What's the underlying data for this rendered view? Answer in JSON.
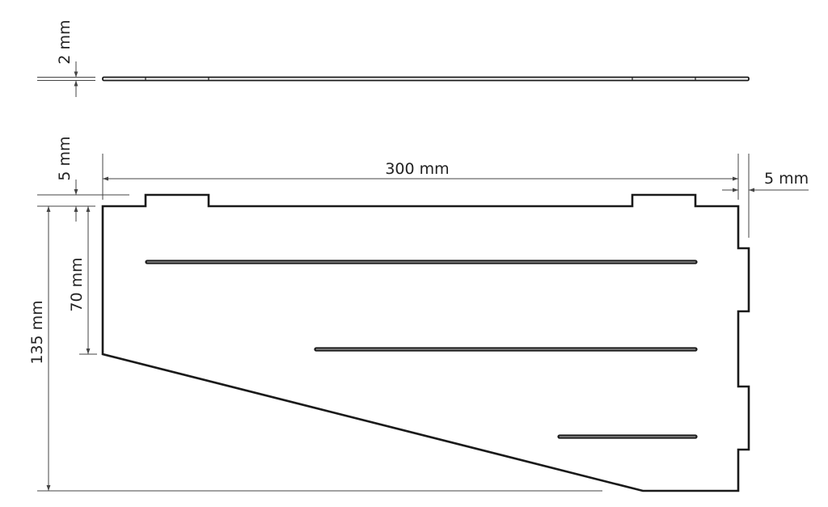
{
  "colors": {
    "line": "#1a1a1a",
    "dimension": "#444444",
    "background": "#ffffff"
  },
  "dimensions": {
    "thickness": "2 mm",
    "top_offset": "5 mm",
    "width": "300 mm",
    "side_offset": "5 mm",
    "height": "135 mm",
    "upper_height": "70 mm"
  }
}
